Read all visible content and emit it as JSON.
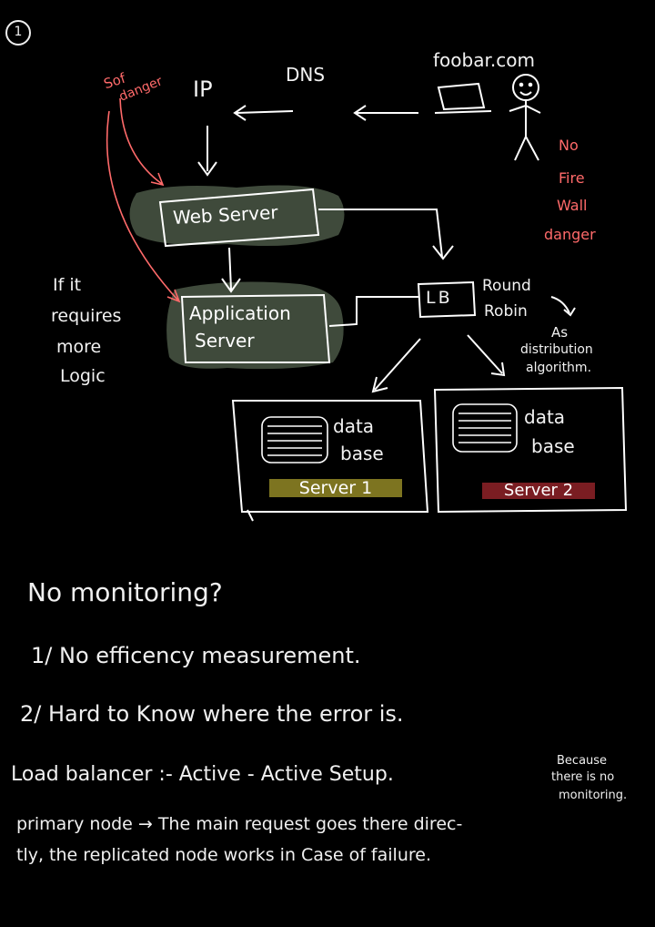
{
  "page_number": "1",
  "diagram": {
    "domain_label": "foobar.com",
    "dns_label": "DNS",
    "ip_label": "IP",
    "spof_note": [
      "Sof",
      "danger"
    ],
    "firewall_note": [
      "No",
      "Fire",
      "Wall",
      "danger"
    ],
    "web_server_label": "Web Server",
    "app_server_label": [
      "Application",
      "Server"
    ],
    "logic_note": [
      "If it",
      "requires",
      "more",
      "Logic"
    ],
    "lb_label": "LB",
    "round_robin_label": [
      "Round",
      "Robin"
    ],
    "distribution_note": [
      "As",
      "distribution",
      "algorithm."
    ],
    "server1": {
      "db_label": [
        "data",
        "base"
      ],
      "name": "Server 1",
      "tag_color": "#7d7420"
    },
    "server2": {
      "db_label": [
        "data",
        "base"
      ],
      "name": "Server 2",
      "tag_color": "#7a1d22"
    }
  },
  "notes": {
    "question": "No monitoring?",
    "point1": "1/ No efficency measurement.",
    "point2": "2/ Hard to Know where the error is.",
    "lb_setup": "Load balancer :- Active - Active Setup.",
    "because_note": [
      "Because",
      "there is no",
      "monitoring."
    ],
    "primary_line1": "primary node → The main request goes there direc-",
    "primary_line2": "tly, the replicated node works in Case of failure."
  },
  "colors": {
    "highlight_green": "#3f4a3b",
    "danger_pink": "#ff6a6a",
    "server1_tag": "#7d7420",
    "server2_tag": "#7a1d22"
  }
}
